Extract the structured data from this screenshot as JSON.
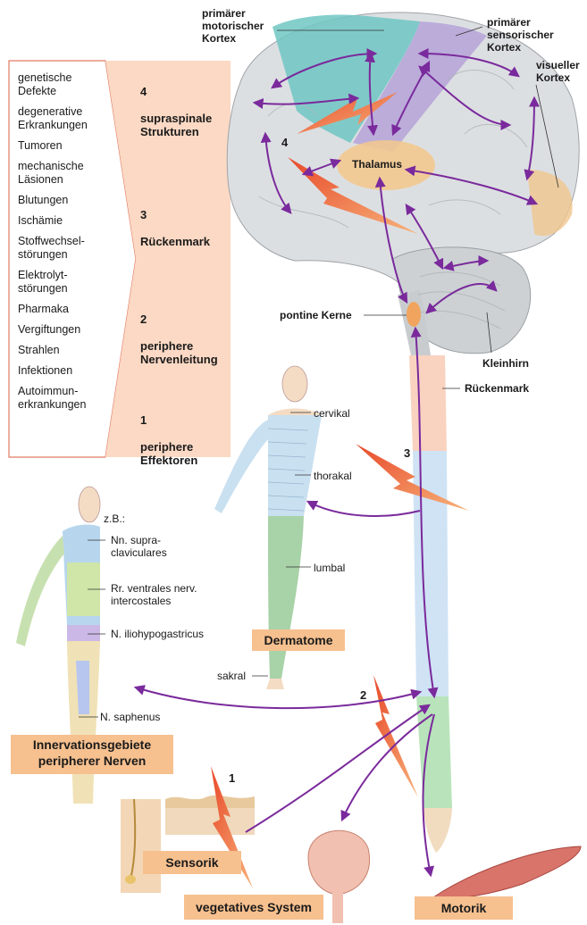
{
  "causes": [
    "genetische\nDefekte",
    "degenerative\nErkrankungen",
    "Tumoren",
    "mechanische\nLäsionen",
    "Blutungen",
    "Ischämie",
    "Stoffwechsel-\nstörungen",
    "Elektrolyt-\nstörungen",
    "Pharmaka",
    "Vergiftungen",
    "Strahlen",
    "Infektionen",
    "Autoimmun-\nerkrankungen"
  ],
  "levels": [
    {
      "number": "4",
      "label": "supraspinale\nStrukturen"
    },
    {
      "number": "3",
      "label": "Rückenmark"
    },
    {
      "number": "2",
      "label": "periphere\nNervenleitung"
    },
    {
      "number": "1",
      "label": "periphere\nEffektoren"
    }
  ],
  "brain_labels": {
    "motor_cortex": "primärer\nmotorischer\nKortex",
    "sensory_cortex": "primärer\nsensorischer\nKortex",
    "visual_cortex": "visueller\nKortex",
    "thalamus": "Thalamus",
    "pontine": "pontine Kerne",
    "cerebellum": "Kleinhirn",
    "spinal_cord": "Rückenmark"
  },
  "markers": {
    "m4": "4",
    "m3": "3",
    "m2": "2",
    "m1": "1"
  },
  "dermatome_labels": {
    "cervical": "cervikal",
    "thoracic": "thorakal",
    "lumbar": "lumbal",
    "sacral": "sakral"
  },
  "nerve_labels": {
    "eg": "z.B.:",
    "supraclav": "Nn. supra-\nclaviculares",
    "ventral": "Rr. ventrales nerv.\nintercostales",
    "iliohypo": "N. iliohypogastricus",
    "saphenus": "N. saphenus"
  },
  "boxes": {
    "dermatome": "Dermatome",
    "innervation": "Innervationsgebiete\nperipherer Nerven",
    "sensorik": "Sensorik",
    "vegetative": "vegetatives System",
    "motorik": "Motorik"
  },
  "colors": {
    "panel": "#fbd9c4",
    "orange_box": "#f6c08f",
    "purple_arrow": "#7a2a9c",
    "motor_cortex": "#6fc7c3",
    "sensory_cortex": "#b7a6d9",
    "thalamus": "#f3c88b",
    "spinal_cervical": "#f9d2c0",
    "spinal_thoracic": "#cfe3f4",
    "spinal_lumbar": "#b9e4bb",
    "spinal_sacral": "#f1dcc0"
  }
}
